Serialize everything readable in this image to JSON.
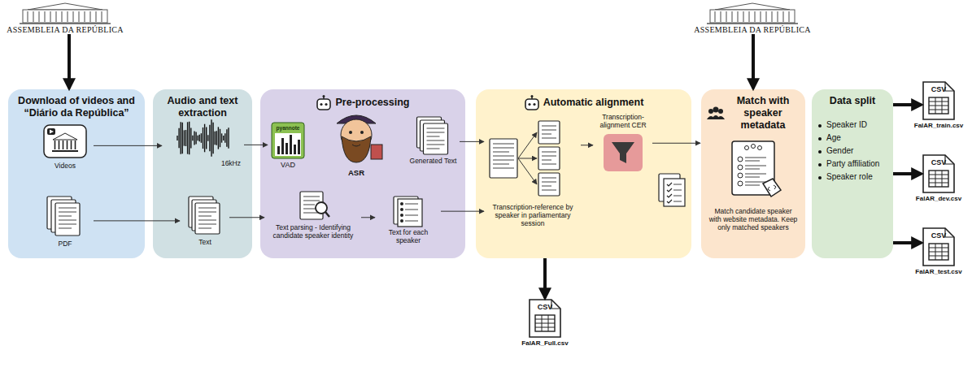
{
  "diagram": {
    "nodes": [
      {
        "text": [
          "ASSEMBLEIA DA REPÚBLICA"
        ]
      },
      {
        "text": [
          "Download of videos and “Diário da República”"
        ]
      },
      {
        "text": [
          "Videos"
        ],
        "in": 1
      },
      {
        "text": [
          "PDF"
        ],
        "in": 1
      },
      {
        "text": [
          "Audio and text extraction"
        ]
      },
      {
        "text": [
          "16kHz"
        ],
        "in": 4
      },
      {
        "text": [
          "Text"
        ],
        "in": 4
      },
      {
        "text": [
          "Pre-processing"
        ]
      },
      {
        "text": [
          "pyannote",
          "VAD"
        ],
        "in": 7
      },
      {
        "text": [
          "ASR"
        ],
        "in": 7
      },
      {
        "text": [
          "Generated Text"
        ],
        "in": 7
      },
      {
        "text": [
          "Text parsing - Identifying candidate speaker identity"
        ],
        "in": 7
      },
      {
        "text": [
          "Text for each speaker"
        ],
        "in": 7
      },
      {
        "text": [
          "Automatic alignment"
        ]
      },
      {
        "text": [
          "Transcription-reference by speaker in parliamentary session"
        ],
        "in": 13
      },
      {
        "text": [
          "Transcription-alignment CER"
        ],
        "in": 13
      },
      {
        "text": [
          "ASSEMBLEIA DA REPÚBLICA"
        ]
      },
      {
        "text": [
          "Match with speaker metadata",
          "Match candidate speaker with website metadata. Keep only matched speakers"
        ]
      },
      {
        "text": [
          "Data split",
          "Speaker ID",
          "Age",
          "Gender",
          "Party affiliation",
          "Speaker role"
        ]
      },
      {
        "text": [
          "CSV",
          "FalAR_train.csv"
        ]
      },
      {
        "text": [
          "CSV",
          "FalAR_dev.csv"
        ]
      },
      {
        "text": [
          "CSV",
          "FalAR_test.csv"
        ]
      },
      {
        "text": [
          "CSV",
          "FalAR_Full.csv"
        ]
      }
    ],
    "edges": [
      {
        "from": 0,
        "to": 1,
        "arrow": "to"
      },
      {
        "from": 2,
        "to": 5,
        "arrow": "to"
      },
      {
        "from": 3,
        "to": 6,
        "arrow": "to"
      },
      {
        "from": 5,
        "to": 8,
        "arrow": "to"
      },
      {
        "from": 10,
        "to": 14,
        "arrow": "to"
      },
      {
        "from": 6,
        "to": 11,
        "arrow": "to"
      },
      {
        "from": 11,
        "to": 12,
        "arrow": "to"
      },
      {
        "from": 12,
        "to": 14,
        "arrow": "to"
      },
      {
        "from": 14,
        "to": 15,
        "arrow": "to"
      },
      {
        "from": 15,
        "to": 17,
        "arrow": "to"
      },
      {
        "from": 16,
        "to": 17,
        "arrow": "to"
      },
      {
        "from": 13,
        "to": 22,
        "arrow": "to"
      },
      {
        "from": 18,
        "to": 19,
        "arrow": "to"
      },
      {
        "from": 18,
        "to": 20,
        "arrow": "to"
      },
      {
        "from": 18,
        "to": 21,
        "arrow": "to"
      }
    ]
  }
}
